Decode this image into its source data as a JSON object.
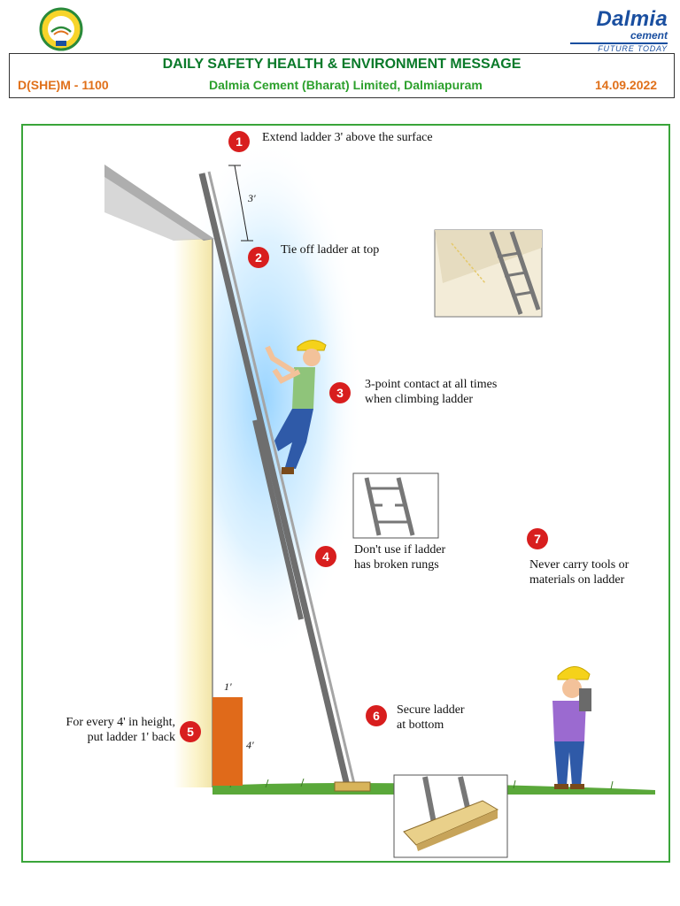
{
  "header": {
    "title": "DAILY SAFETY HEALTH & ENVIRONMENT MESSAGE",
    "doc_code": "D(SHE)M - 1100",
    "company": "Dalmia Cement (Bharat) Limited, Dalmiapuram",
    "date": "14.09.2022"
  },
  "brand": {
    "name": "Dalmia",
    "sub": "cement",
    "tagline": "FUTURE TODAY"
  },
  "poster": {
    "tips": [
      {
        "number": "1",
        "text": "Extend ladder 3' above the surface"
      },
      {
        "number": "2",
        "text": "Tie off ladder at top"
      },
      {
        "number": "3",
        "text_line1": "3-point contact at all times",
        "text_line2": "when climbing ladder"
      },
      {
        "number": "4",
        "text_line1": "Don't use if ladder",
        "text_line2": "has broken rungs"
      },
      {
        "number": "5",
        "text_line1": "For every 4' in height,",
        "text_line2": "put ladder 1' back"
      },
      {
        "number": "6",
        "text_line1": "Secure ladder",
        "text_line2": "at bottom"
      },
      {
        "number": "7",
        "text_line1": "Never carry tools or",
        "text_line2": "materials on ladder"
      }
    ],
    "dimensions": {
      "extend": "3'",
      "back": "1'",
      "height": "4'"
    }
  },
  "colors": {
    "title_green": "#0a7a2a",
    "code_orange": "#e0701a",
    "company_green": "#2ca02c",
    "badge_red": "#d81e1e",
    "frame_green": "#3aa53a",
    "brand_blue": "#1a4fa0"
  }
}
